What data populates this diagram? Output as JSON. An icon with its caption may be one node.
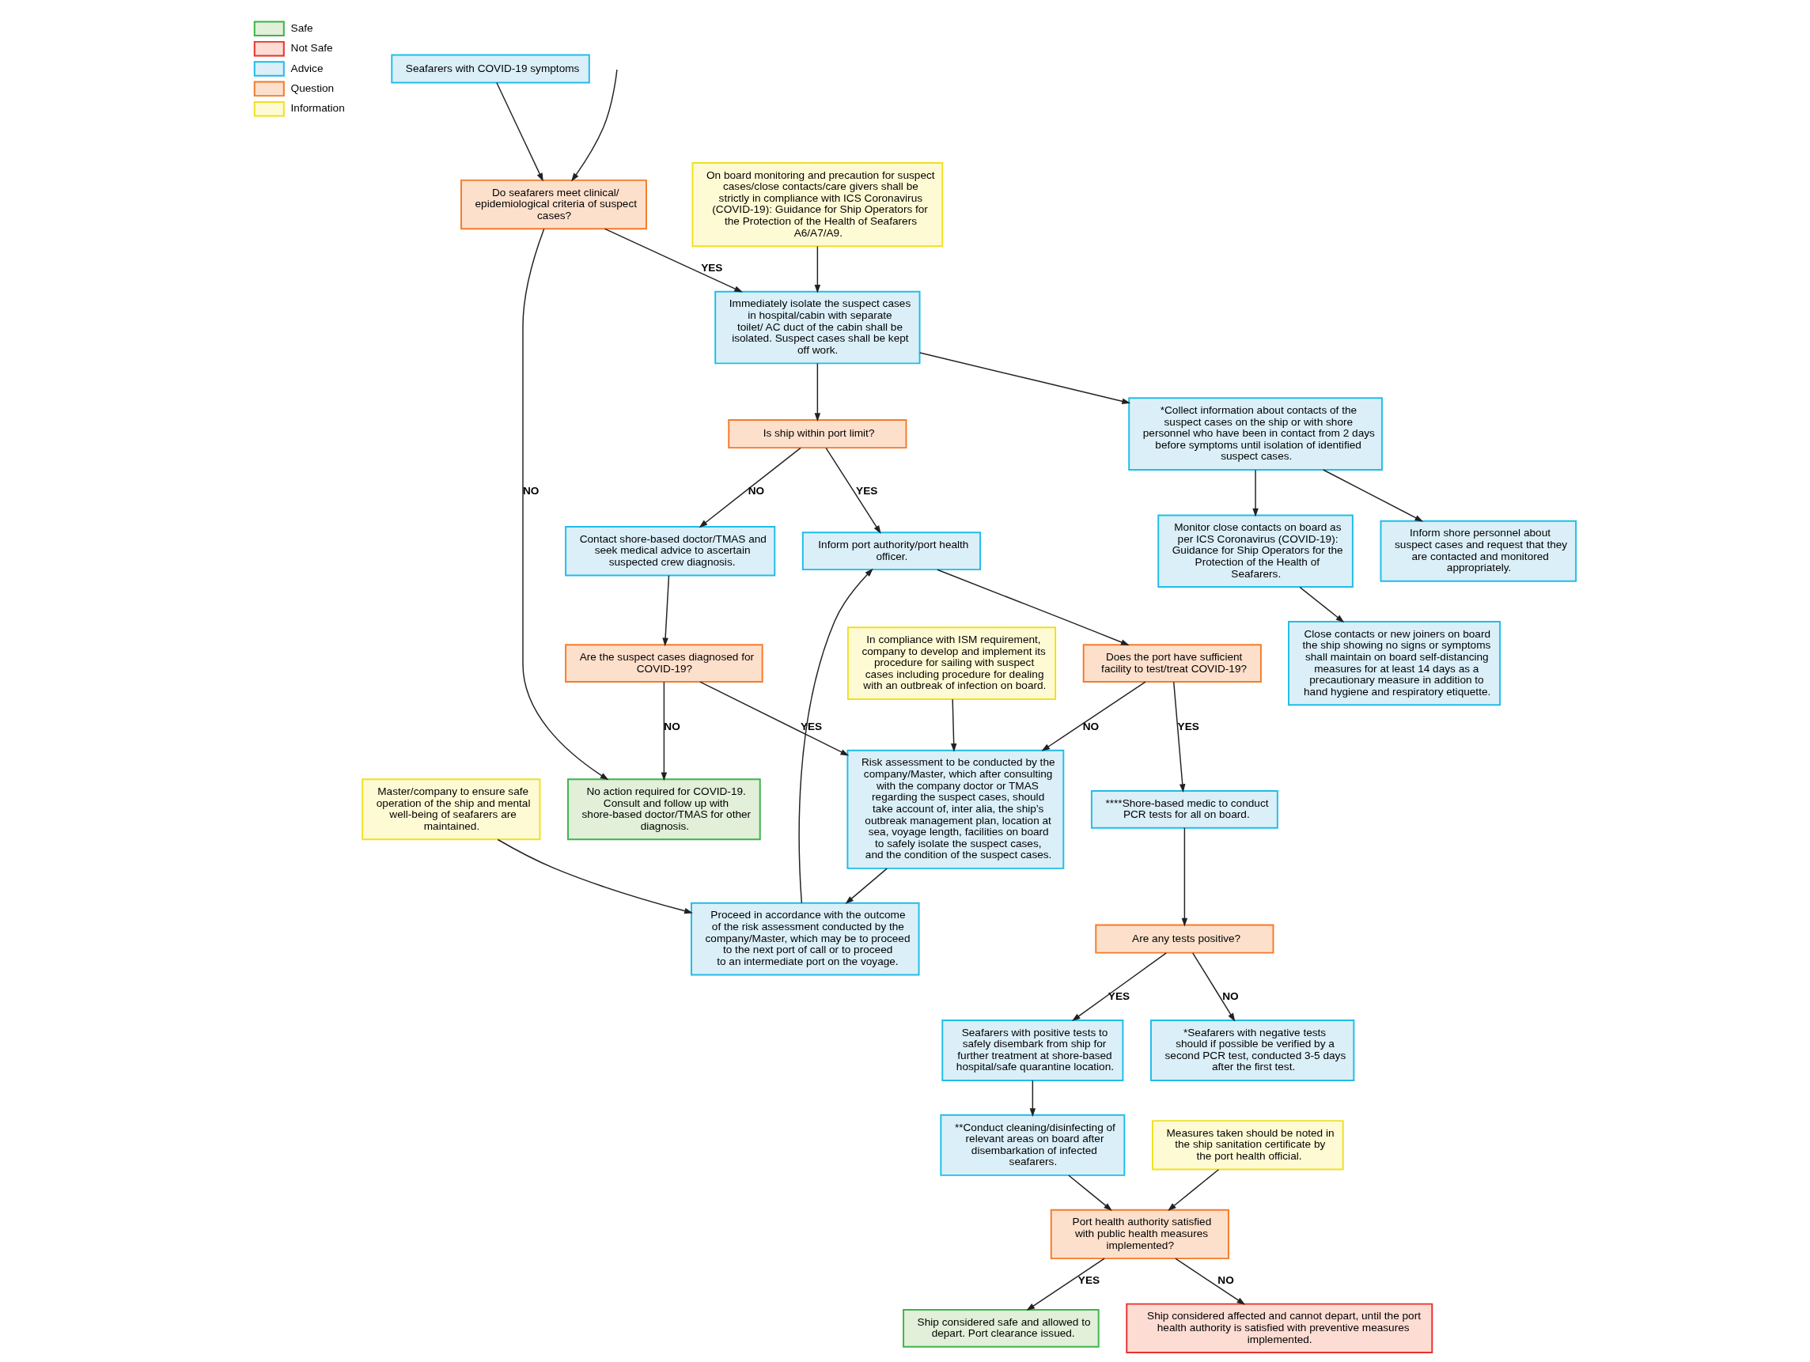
{
  "diagram": {
    "nodes": [
      {
        "text": [
          "Seafarers with COVID-19 symptoms"
        ]
      },
      {
        "text": [
          "On board monitoring and precaution for suspect cases/close contacts/care givers shall be strictly in compliance with ICS Coronavirus (COVID-19): Guidance for Ship Operators for the Protection of the Health of Seafarers A6/A7/A9."
        ]
      },
      {
        "text": [
          "Do seafarers meet clinical/ epidemiological criteria of suspect cases?"
        ]
      },
      {
        "text": [
          "Inform shore personnel about suspect cases and request that they are contacted and monitored appropriately."
        ]
      },
      {
        "text": [
          "*Collect information about contacts of the suspect cases on the ship or with shore personnel who have been in contact from 2 days before symptoms until isolation of identified suspect cases."
        ]
      },
      {
        "text": [
          "Immediately isolate the suspect cases in hospital/cabin with separate toilet/ AC duct of the cabin shall be isolated. Suspect cases shall be kept off work."
        ]
      },
      {
        "text": [
          "No action required for COVID-19. Consult and follow up with shore-based doctor/TMAS for other diagnosis."
        ]
      },
      {
        "text": [
          "Monitor close contacts on board as per ICS Coronavirus (COVID-19): Guidance for Ship Operators for the Protection of the Health of Seafarers."
        ]
      },
      {
        "text": [
          "Is ship within port limit?"
        ]
      },
      {
        "text": [
          "Inform port authority/port health officer."
        ]
      },
      {
        "text": [
          "Contact shore-based doctor/TMAS and seek medical advice to ascertain suspected crew diagnosis."
        ]
      },
      {
        "text": [
          "Are the suspect cases diagnosed for COVID-19?"
        ]
      },
      {
        "text": [
          "Close contacts or new joiners on board the ship showing no signs or symptoms shall maintain on board self-distancing measures for at least 14 days as a precautionary measure in addition to hand hygiene and respiratory etiquette."
        ]
      },
      {
        "text": [
          "Does the port have sufficient facility to test/treat COVID-19?"
        ]
      },
      {
        "text": [
          "Proceed in accordance with the outcome of the risk assessment conducted by the company/Master, which may be to proceed to the next port of call or to proceed to an intermediate port on the voyage."
        ]
      },
      {
        "text": [
          "****Shore-based medic to conduct PCR tests for all on board."
        ]
      },
      {
        "text": [
          "Risk assessment to be conducted by the company/Master, which after consulting with the company doctor or TMAS regarding the suspect cases, should take account of, inter alia, the ship’s outbreak management plan, location at sea, voyage length, facilities on board to safely isolate the suspect cases, and the condition of the suspect cases."
        ]
      },
      {
        "text": [
          "Master/company to ensure safe operation of the ship and mental well-being of seafarers are maintained."
        ]
      },
      {
        "text": [
          "Are any tests positive?"
        ]
      },
      {
        "text": [
          "Seafarers with positive tests to safely disembark from ship for further treatment at shore-based hospital/safe quarantine location."
        ]
      },
      {
        "text": [
          "*Seafarers with negative tests should if possible be verified by a second PCR test, conducted 3-5 days after the first test."
        ]
      },
      {
        "text": [
          "In compliance with ISM requirement, company to develop and implement its procedure for sailing with suspect cases including procedure for dealing with an outbreak of infection on board."
        ]
      },
      {
        "text": [
          "**Conduct cleaning/disinfecting of relevant areas on board after disembarkation of infected seafarers."
        ]
      },
      {
        "text": [
          "Measures taken should be noted in the ship sanitation certificate by the port health official."
        ]
      },
      {
        "text": [
          "Port health authority satisfied with public health measures implemented?"
        ]
      },
      {
        "text": [
          "Ship considered safe and allowed to depart. Port clearance issued."
        ]
      },
      {
        "text": [
          "Ship considered affected and cannot depart, until the port health authority is satisfied with preventive measures implemented."
        ]
      }
    ],
    "edges": [
      {
        "from": 0,
        "to": 2,
        "arrow": "to"
      },
      {
        "from": 1,
        "to": 5,
        "arrow": "to"
      },
      {
        "from": null,
        "to": 2,
        "arrow": "to"
      },
      {
        "from": 2,
        "to": 5,
        "arrow": "to",
        "label": "YES"
      },
      {
        "from": 2,
        "to": 6,
        "arrow": "to",
        "label": "NO"
      },
      {
        "from": 5,
        "to": 4,
        "arrow": "to"
      },
      {
        "from": 4,
        "to": 3,
        "arrow": "to"
      },
      {
        "from": 4,
        "to": 7,
        "arrow": "to"
      },
      {
        "from": 7,
        "to": 12,
        "arrow": "to"
      },
      {
        "from": 5,
        "to": 8,
        "arrow": "to"
      },
      {
        "from": 8,
        "to": 9,
        "arrow": "to",
        "label": "YES"
      },
      {
        "from": 8,
        "to": 10,
        "arrow": "to",
        "label": "NO"
      },
      {
        "from": 10,
        "to": 11,
        "arrow": "to"
      },
      {
        "from": 11,
        "to": 6,
        "arrow": "to",
        "label": "NO"
      },
      {
        "from": 11,
        "to": 16,
        "arrow": "to",
        "label": "YES"
      },
      {
        "from": 16,
        "to": 14,
        "arrow": "to"
      },
      {
        "from": 17,
        "to": 14,
        "arrow": "to"
      },
      {
        "from": 14,
        "to": 9,
        "arrow": "to"
      },
      {
        "from": 9,
        "to": 13,
        "arrow": "to"
      },
      {
        "from": 13,
        "to": 15,
        "arrow": "to",
        "label": "YES"
      },
      {
        "from": 13,
        "to": 16,
        "arrow": "to",
        "label": "NO"
      },
      {
        "from": 21,
        "to": 16,
        "arrow": "to"
      },
      {
        "from": 15,
        "to": 18,
        "arrow": "to"
      },
      {
        "from": 18,
        "to": 19,
        "arrow": "to",
        "label": "YES"
      },
      {
        "from": 18,
        "to": 20,
        "arrow": "to",
        "label": "NO"
      },
      {
        "from": 19,
        "to": 22,
        "arrow": "to"
      },
      {
        "from": 22,
        "to": 24,
        "arrow": "to"
      },
      {
        "from": 23,
        "to": 24,
        "arrow": "to"
      },
      {
        "from": 24,
        "to": 25,
        "arrow": "to",
        "label": "YES"
      },
      {
        "from": 24,
        "to": 26,
        "arrow": "to",
        "label": "NO"
      }
    ],
    "legend": [
      {
        "text": "Safe",
        "color": "#e2efd9"
      },
      {
        "text": "Not Safe",
        "color": "#fddcd3"
      },
      {
        "text": "Advice",
        "color": "#dbeff8"
      },
      {
        "text": "Question",
        "color": "#fde0cc"
      },
      {
        "text": "Information",
        "color": "#fefbd4"
      }
    ]
  }
}
